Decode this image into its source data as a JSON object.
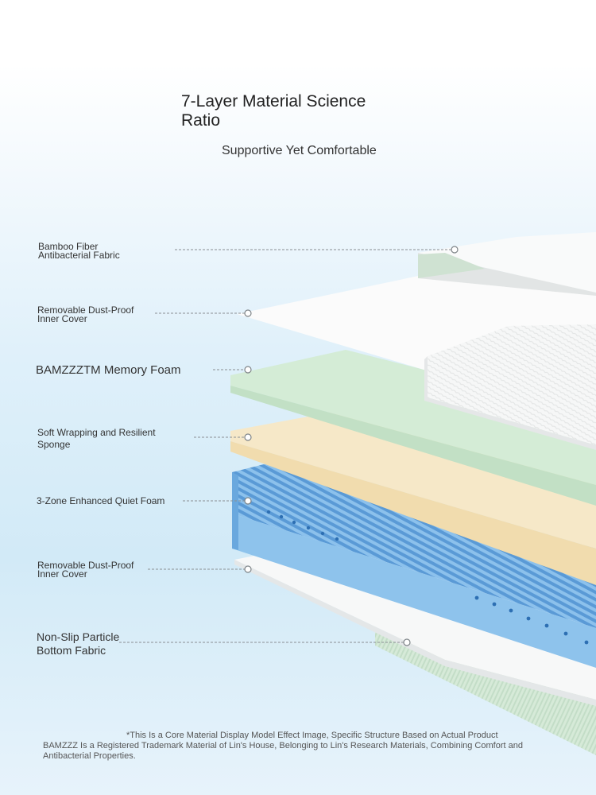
{
  "header": {
    "title_line1": "7-Layer Material Science",
    "title_line2": "Ratio",
    "subtitle": "Supportive Yet Comfortable"
  },
  "layers": [
    {
      "line1": "Bamboo Fiber",
      "line2": "Antibacterial Fabric"
    },
    {
      "line1": "Removable Dust-Proof",
      "line2": "Inner Cover"
    },
    {
      "line1": "BAMZZZTM Memory Foam",
      "line2": ""
    },
    {
      "line1": "Soft Wrapping and Resilient",
      "line2": "Sponge"
    },
    {
      "line1": "3-Zone Enhanced Quiet Foam",
      "line2": ""
    },
    {
      "line1": "Removable Dust-Proof",
      "line2": "Inner Cover"
    },
    {
      "line1": "Non-Slip Particle",
      "line2": "Bottom Fabric"
    }
  ],
  "footnote": {
    "line1": "*This Is a Core Material Display Model Effect Image, Specific Structure Based on Actual Product",
    "line2": "BAMZZZ Is a Registered Trademark Material of Lin's House, Belonging to Lin's Research Materials, Combining Comfort and Antibacterial Properties."
  },
  "colors": {
    "memory_foam": "#d4ecd6",
    "sponge": "#f6e8c8",
    "quiet_foam": "#6aa8de",
    "bottom_fabric": "#d6ead8",
    "cover": "#ffffff"
  }
}
